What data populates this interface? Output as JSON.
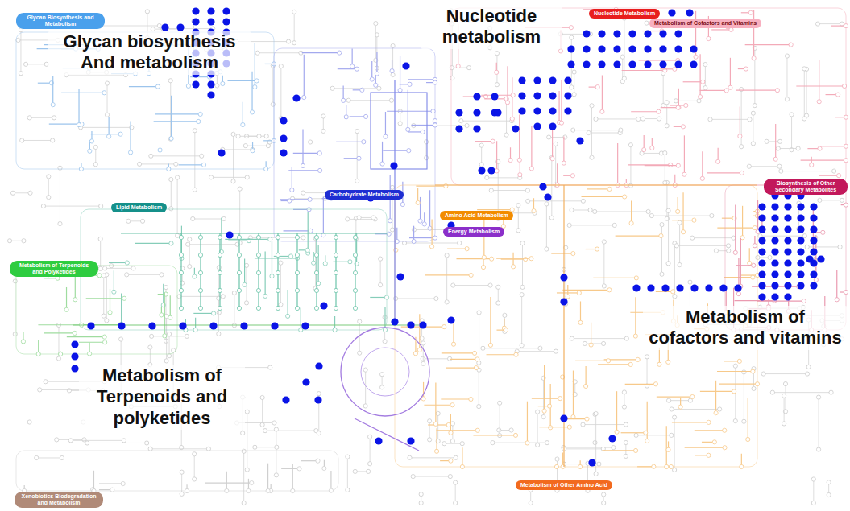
{
  "diagram": {
    "nodes": [
      {
        "text": [
          "Glycan Biosynthesis and Metabolism"
        ]
      },
      {
        "text": [
          "Nucleotide Metabolism"
        ]
      },
      {
        "text": [
          "Metabolism of Cofactors and Vitamins"
        ]
      },
      {
        "text": [
          "Biosynthesis of Other Secondary Metabolites"
        ]
      },
      {
        "text": [
          "Carbohydrate Metabolism"
        ]
      },
      {
        "text": [
          "Lipid Metabolism"
        ]
      },
      {
        "text": [
          "Amino Acid Metabolism"
        ]
      },
      {
        "text": [
          "Energy Metabolism"
        ]
      },
      {
        "text": [
          "Metabolism of Terpenoids and Polyketides"
        ]
      },
      {
        "text": [
          "Metabolism of Other Amino Acid"
        ]
      },
      {
        "text": [
          "Xenobiotics Biodegradation and Metabolism"
        ]
      }
    ],
    "labels": [
      "Glycan biosynthesis And metabolism",
      "Nucleotide metabolism",
      "Metabolism of cofactors and vitamins",
      "Metabolism of Terpenoids and polyketides"
    ]
  }
}
